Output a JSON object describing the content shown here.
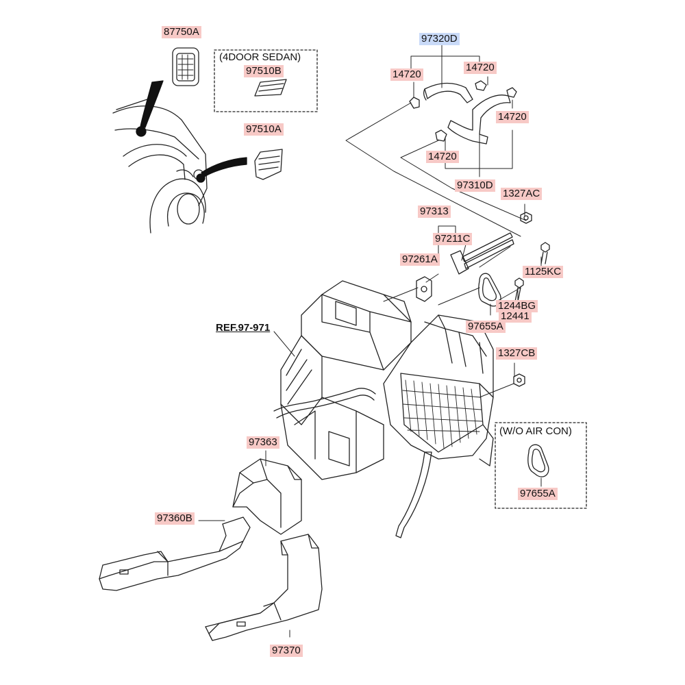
{
  "labels": {
    "p87750A": "87750A",
    "sedan_note": "(4DOOR SEDAN)",
    "p97510B": "97510B",
    "p97510A": "97510A",
    "p97320D": "97320D",
    "p14720_a": "14720",
    "p14720_b": "14720",
    "p14720_c": "14720",
    "p14720_d": "14720",
    "p97310D": "97310D",
    "p1327AC": "1327AC",
    "p97313": "97313",
    "p97211C": "97211C",
    "p97261A": "97261A",
    "p1125KC": "1125KC",
    "p1244BG": "1244BG",
    "p12441": "12441",
    "p97655A": "97655A",
    "ref": "REF.97-971",
    "p1327CB": "1327CB",
    "woaircon_note": "(W/O AIR CON)",
    "p97655A_b": "97655A",
    "p97363": "97363",
    "p97360B": "97360B",
    "p97370": "97370"
  },
  "colors": {
    "label_highlight": "#f7c9c6",
    "selected_highlight": "#c9daf8",
    "line": "#222222"
  }
}
